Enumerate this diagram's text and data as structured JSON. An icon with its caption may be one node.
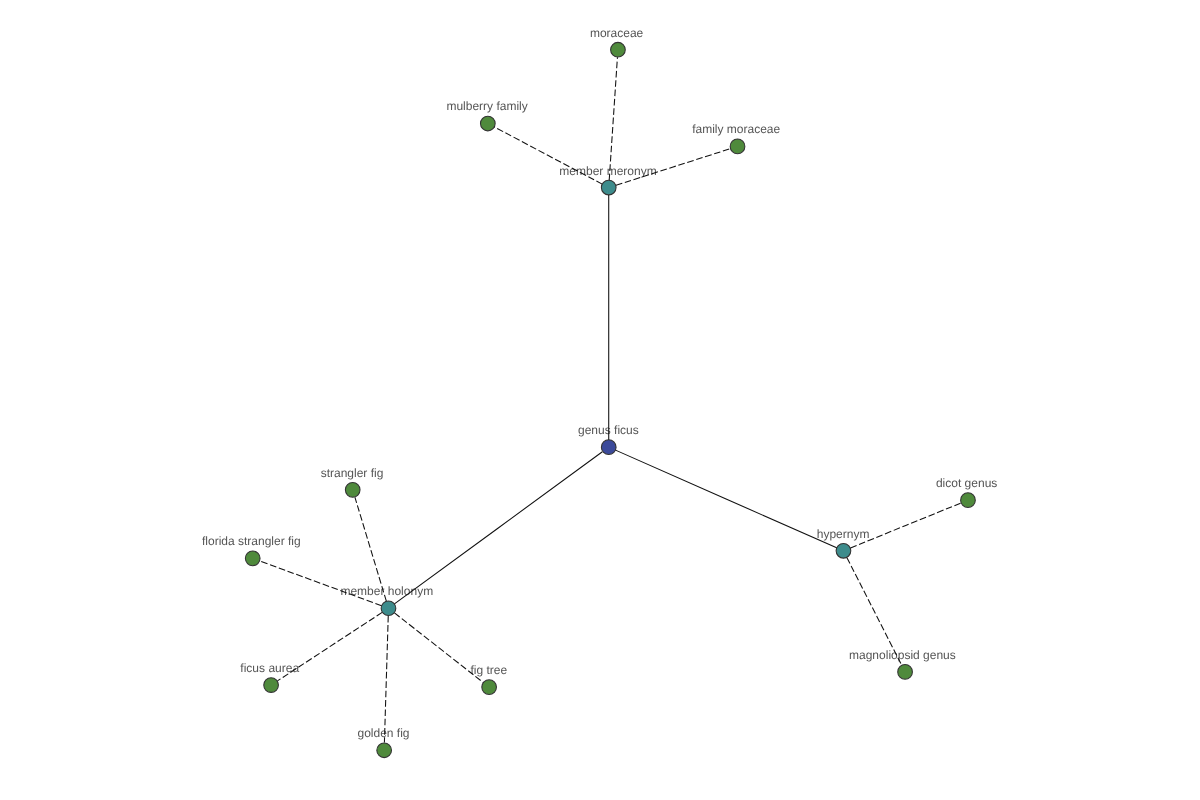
{
  "diagram": {
    "nodes": [
      {
        "text": [
          "genus ficus"
        ]
      },
      {
        "text": [
          "member meronym"
        ]
      },
      {
        "text": [
          "mulberry family"
        ]
      },
      {
        "text": [
          "moraceae"
        ]
      },
      {
        "text": [
          "family moraceae"
        ]
      },
      {
        "text": [
          "member holonym"
        ]
      },
      {
        "text": [
          "fig tree"
        ]
      },
      {
        "text": [
          "strangler fig"
        ]
      },
      {
        "text": [
          "florida strangler fig"
        ]
      },
      {
        "text": [
          "ficus aurea"
        ]
      },
      {
        "text": [
          "golden fig"
        ]
      },
      {
        "text": [
          "hypernym"
        ]
      },
      {
        "text": [
          "magnoliopsid genus"
        ]
      },
      {
        "text": [
          "dicot genus"
        ]
      }
    ],
    "edges": [
      {
        "from": 0,
        "to": 1,
        "arrow": "none"
      },
      {
        "from": 1,
        "to": 2,
        "arrow": "none",
        "style": "dashed"
      },
      {
        "from": 1,
        "to": 3,
        "arrow": "none",
        "style": "dashed"
      },
      {
        "from": 1,
        "to": 4,
        "arrow": "none",
        "style": "dashed"
      },
      {
        "from": 0,
        "to": 5,
        "arrow": "none"
      },
      {
        "from": 5,
        "to": 6,
        "arrow": "none",
        "style": "dashed"
      },
      {
        "from": 5,
        "to": 7,
        "arrow": "none",
        "style": "dashed"
      },
      {
        "from": 5,
        "to": 8,
        "arrow": "none",
        "style": "dashed"
      },
      {
        "from": 5,
        "to": 9,
        "arrow": "none",
        "style": "dashed"
      },
      {
        "from": 5,
        "to": 10,
        "arrow": "none",
        "style": "dashed"
      },
      {
        "from": 0,
        "to": 11,
        "arrow": "none"
      },
      {
        "from": 11,
        "to": 12,
        "arrow": "none",
        "style": "dashed"
      },
      {
        "from": 11,
        "to": 13,
        "arrow": "none",
        "style": "dashed"
      }
    ]
  }
}
